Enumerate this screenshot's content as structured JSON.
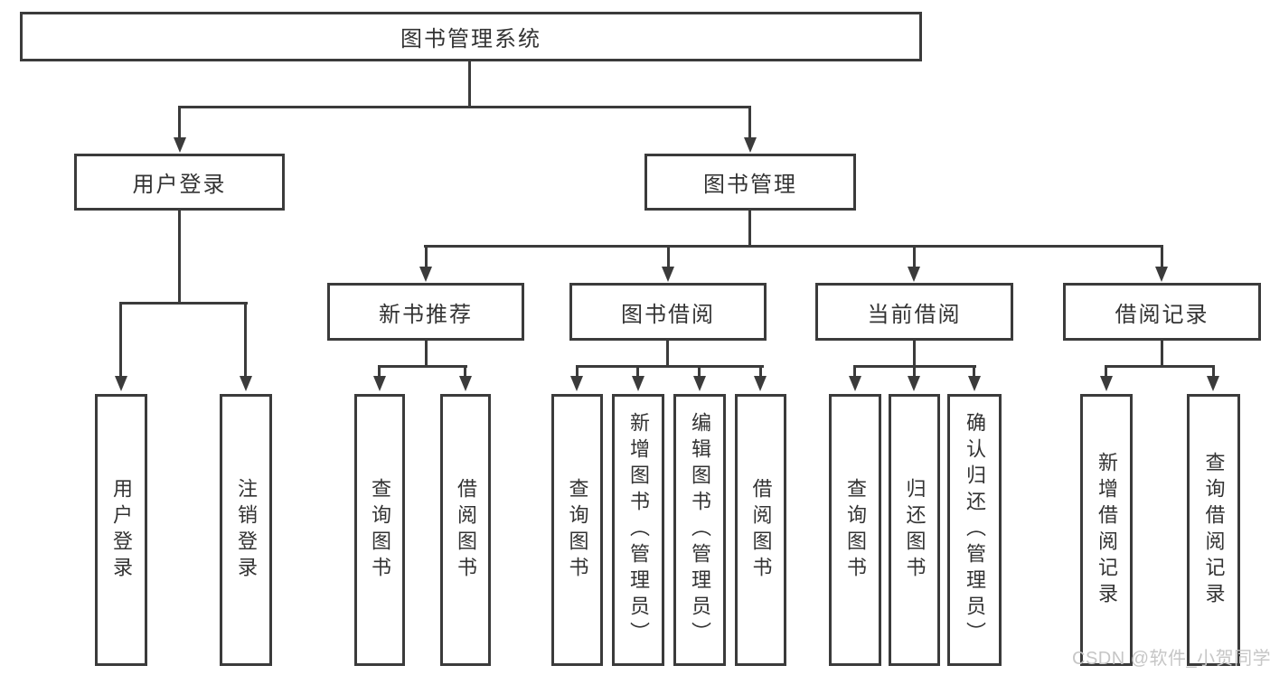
{
  "diagram": {
    "type": "hierarchy-tree",
    "tree": {
      "label": "图书管理系统",
      "children": [
        {
          "label": "用户登录",
          "children": [
            {
              "label": "用户登录"
            },
            {
              "label": "注销登录"
            }
          ]
        },
        {
          "label": "图书管理",
          "children": [
            {
              "label": "新书推荐",
              "children": [
                {
                  "label": "查询图书"
                },
                {
                  "label": "借阅图书"
                }
              ]
            },
            {
              "label": "图书借阅",
              "children": [
                {
                  "label": "查询图书"
                },
                {
                  "label": "新增图书（管理员）"
                },
                {
                  "label": "编辑图书（管理员）"
                },
                {
                  "label": "借阅图书"
                }
              ]
            },
            {
              "label": "当前借阅",
              "children": [
                {
                  "label": "查询图书"
                },
                {
                  "label": "归还图书"
                },
                {
                  "label": "确认归还（管理员）"
                }
              ]
            },
            {
              "label": "借阅记录",
              "children": [
                {
                  "label": "新增借阅记录"
                },
                {
                  "label": "查询借阅记录"
                }
              ]
            }
          ]
        }
      ]
    },
    "watermark": "CSDN @软件_小贺同学",
    "colors": {
      "line": "#3b3b3b",
      "text": "#333333",
      "watermark": "#c6c6c6",
      "background": "#ffffff"
    }
  }
}
